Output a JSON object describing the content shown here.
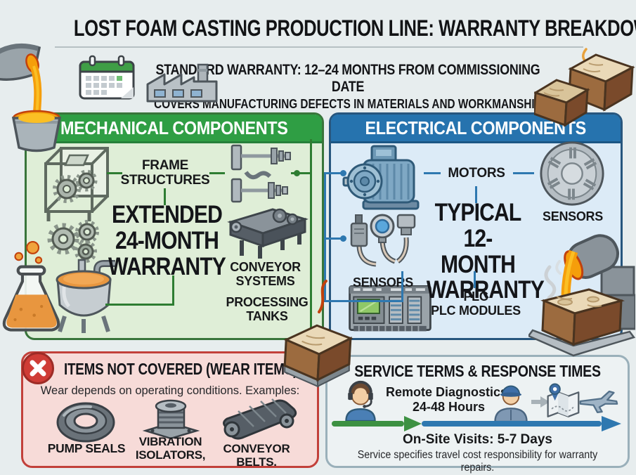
{
  "title": "LOST FOAM CASTING PRODUCTION LINE: WARRANTY BREAKDOWN",
  "standard": {
    "line1": "STANDARD WARRANTY: 12–24 MONTHS FROM COMMISSIONING DATE",
    "line2": "COVERS MANUFACTURING DEFECTS IN MATERIALS AND WORKMANSHIP"
  },
  "mechanical": {
    "header": "MECHANICAL COMPONENTS",
    "item_frame": "FRAME STRUCTURES",
    "warranty_lines": [
      "EXTENDED",
      "24-MONTH",
      "WARRANTY"
    ],
    "item_conveyor": "CONVEYOR SYSTEMS",
    "item_tanks": "PROCESSING TANKS"
  },
  "electrical": {
    "header": "ELECTRICAL COMPONENTS",
    "item_motors": "MOTORS",
    "item_sensors_left": "SENSORS",
    "item_sensors_right": "SENSORS",
    "warranty_lines": [
      "TYPICAL",
      "12-MONTH",
      "WARRANTY"
    ],
    "plc_lines": [
      "PLC",
      "PLC MODULES"
    ]
  },
  "not_covered": {
    "header": "ITEMS NOT COVERED (WEAR ITEMS)",
    "subtitle": "Wear depends on operating conditions. Examples:",
    "item_seals": "PUMP SEALS",
    "item_isolators": "VIBRATION ISOLATORS,",
    "item_belts": "CONVEYOR BELTS."
  },
  "service": {
    "header": "SERVICE TERMS & RESPONSE TIMES",
    "remote_lines": [
      "Remote Diagnostics:",
      "24-48 Hours"
    ],
    "onsite": "On-Site Visits: 5-7 Days",
    "note": "Service specifies travel cost responsibility for warranty repairs."
  },
  "colors": {
    "mechanical_accent": "#2f9e44",
    "electrical_accent": "#2673ae",
    "not_covered_accent": "#cf3c36",
    "service_border": "#9ab0ba",
    "molten_orange": "#f59e0b",
    "connector_green": "#2e7d32",
    "connector_blue": "#2e78b0"
  }
}
